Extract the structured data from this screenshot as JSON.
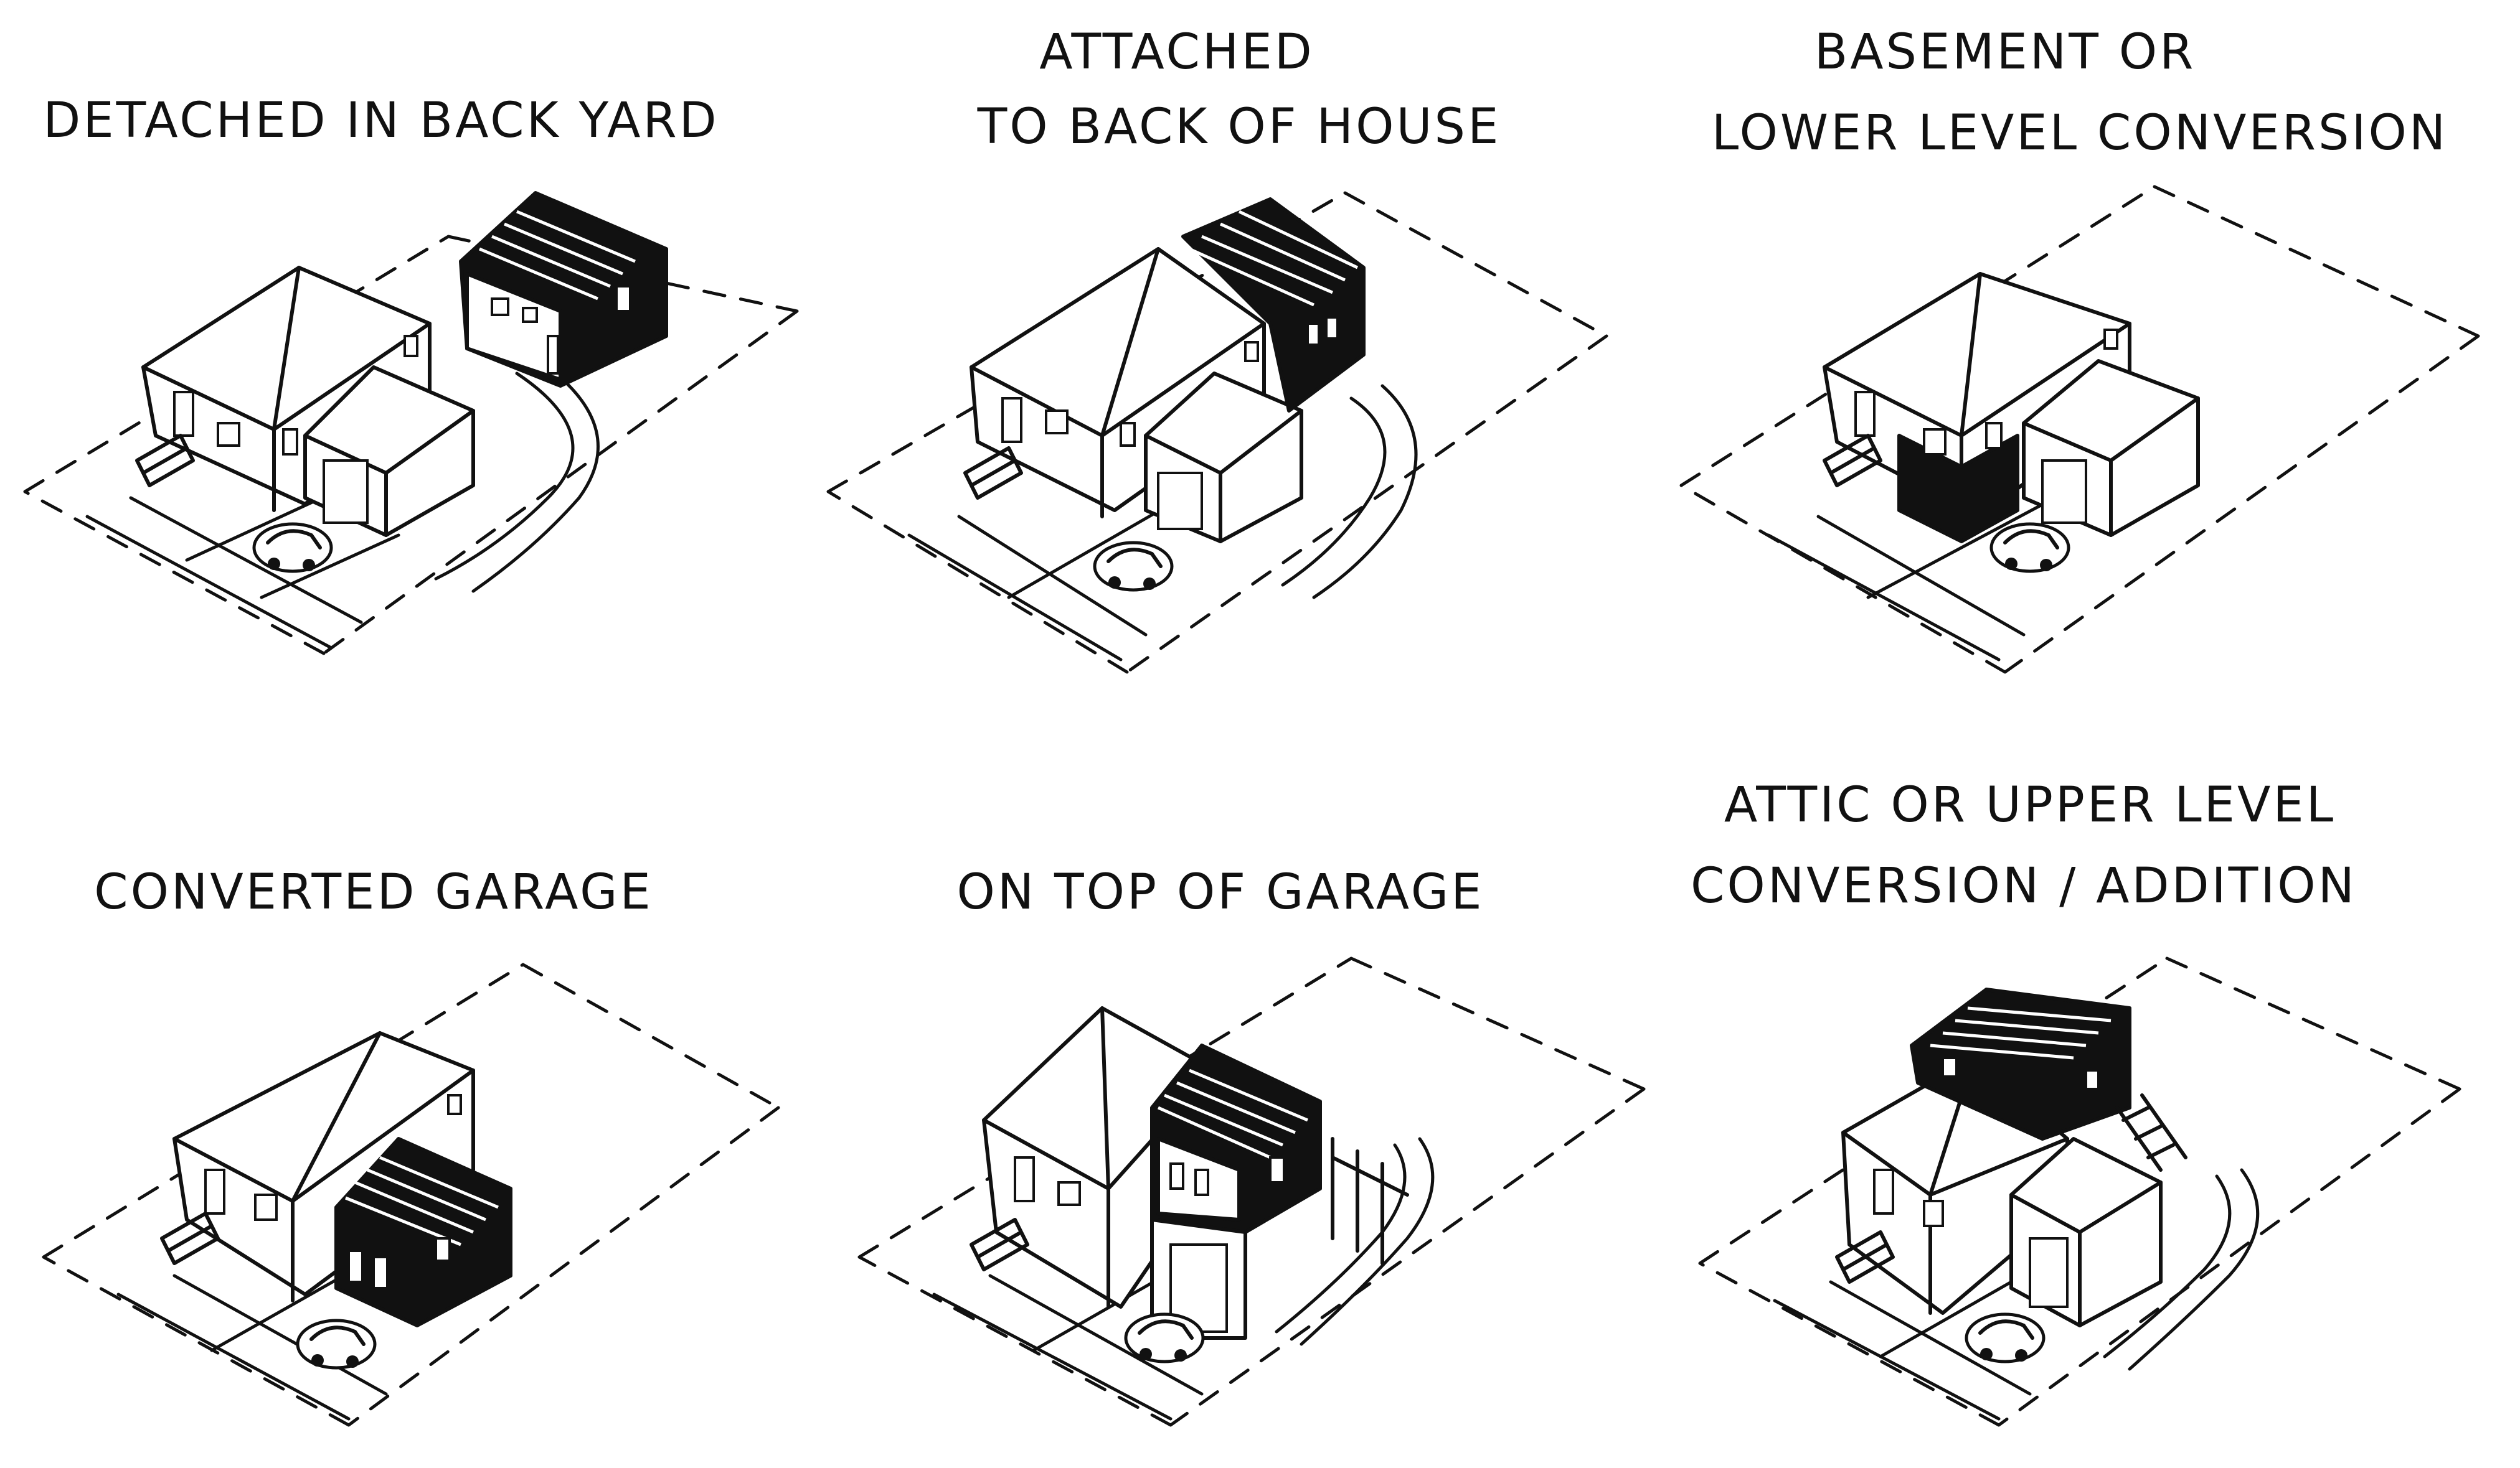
{
  "panels": [
    {
      "id": "detached",
      "title_lines": [
        "DETACHED IN BACK YARD"
      ]
    },
    {
      "id": "attached",
      "title_lines": [
        "ATTACHED",
        "TO BACK OF HOUSE"
      ]
    },
    {
      "id": "basement",
      "title_lines": [
        "BASEMENT OR",
        "LOWER LEVEL CONVERSION"
      ]
    },
    {
      "id": "garage",
      "title_lines": [
        "CONVERTED GARAGE"
      ]
    },
    {
      "id": "ontop",
      "title_lines": [
        "ON TOP OF GARAGE"
      ]
    },
    {
      "id": "attic",
      "title_lines": [
        "ATTIC OR UPPER LEVEL",
        "CONVERSION / ADDITION"
      ]
    }
  ],
  "colors": {
    "ink": "#111111",
    "paper": "#ffffff"
  }
}
